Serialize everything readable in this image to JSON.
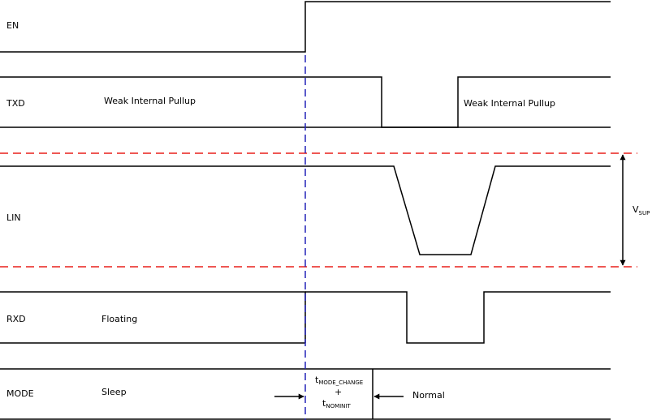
{
  "signals": {
    "en": {
      "name": "EN"
    },
    "txd": {
      "name": "TXD",
      "note_before": "Weak Internal Pullup",
      "note_after": "Weak Internal Pullup"
    },
    "lin": {
      "name": "LIN"
    },
    "rxd": {
      "name": "RXD",
      "note": "Floating"
    },
    "mode": {
      "name": "MODE",
      "state_before": "Sleep",
      "state_after": "Normal"
    }
  },
  "timing": {
    "mode_change_t": "t",
    "mode_change_sub": "MODE_CHANGE",
    "plus": "+",
    "nominit_t": "t",
    "nominit_sub": "NOMINIT"
  },
  "vsup": {
    "label": "V",
    "sub": "SUP"
  },
  "colors": {
    "waveform": "#000000",
    "reference_line": "#e8201c",
    "enable_marker": "#2424b8"
  }
}
